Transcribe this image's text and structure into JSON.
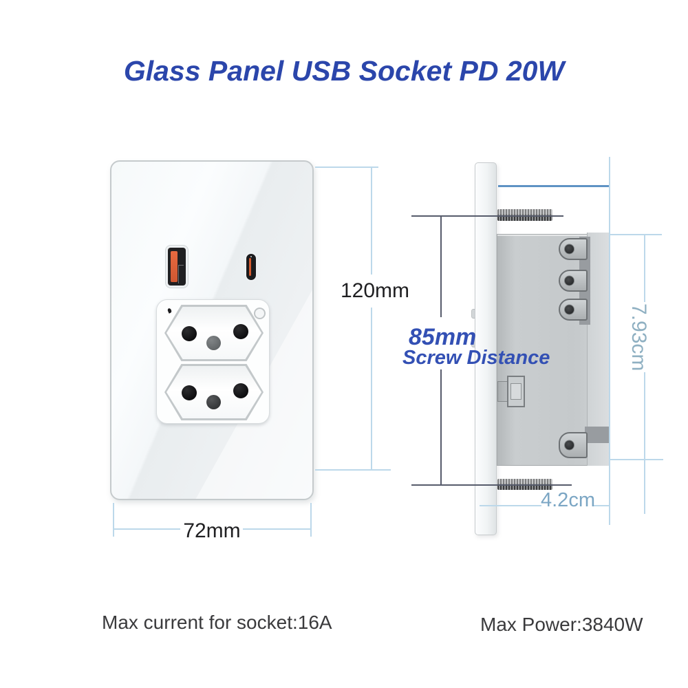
{
  "title": "Glass Panel USB Socket PD 20W",
  "front_view": {
    "height_dim": "120mm",
    "width_dim": "72mm"
  },
  "side_view": {
    "screw_distance_value": "85mm",
    "screw_distance_caption": "Screw Distance",
    "height_dim": "7.93cm",
    "depth_dim": "4.2cm"
  },
  "footer": {
    "max_current": "Max current for socket:16A",
    "max_power": "Max Power:3840W"
  },
  "icons": {
    "usb_a": "usb-a-port-icon",
    "usb_c": "usb-c-port-icon",
    "outlet": "brazilian-outlet-icon",
    "screw": "mounting-screw-icon"
  },
  "colors": {
    "title_blue": "#2b46ab",
    "annotation_blue": "#3350b4",
    "dim_line_light_blue": "#bcd8ea",
    "dim_line_steel_blue": "#5e92c4",
    "dim_text_blue": "#8fb0c2",
    "usb_orange": "#dd5f36",
    "panel_white": "#f4f7f8",
    "mount_body_gray": "#c6cacc"
  }
}
